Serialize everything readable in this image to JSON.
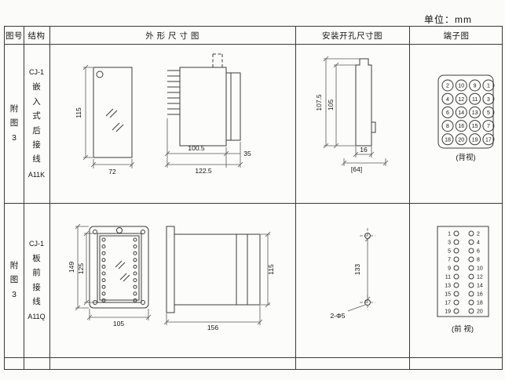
{
  "unit_label": "单位：mm",
  "header": {
    "col_fig": "图号",
    "col_structure": "结构",
    "col_outline": "外 形 尺 寸 图",
    "col_install": "安装开孔尺寸图",
    "col_terminal": "端子图"
  },
  "row1": {
    "fig_no": "附图3",
    "structure": {
      "series": "CJ-1",
      "name": "嵌入式后接线",
      "model": "A11K"
    },
    "outline": {
      "height": "115",
      "width": "72",
      "depth1": "100.5",
      "depth2": "122.5",
      "flange": "35"
    },
    "install": {
      "h_outer": "107.5",
      "h_inner": "105",
      "w_slot": "16",
      "w_total": "[64]"
    },
    "terminal": {
      "view_label": "(背视)",
      "rows": [
        [
          "2",
          "10",
          "9",
          "1"
        ],
        [
          "4",
          "12",
          "11",
          "3"
        ],
        [
          "6",
          "14",
          "13",
          "5"
        ],
        [
          "8",
          "16",
          "15",
          "7"
        ],
        [
          "18",
          "20",
          "19",
          "17"
        ]
      ]
    }
  },
  "row2": {
    "fig_no": "附图3",
    "structure": {
      "series": "CJ-1",
      "name": "板前接线",
      "model": "A11Q"
    },
    "outline": {
      "h_outer": "149",
      "h_inner": "125",
      "width": "105",
      "depth": "156",
      "height_side": "115"
    },
    "install": {
      "hole_spacing": "133",
      "hole_note": "2-Φ5"
    },
    "terminal": {
      "view_label": "(前 视)",
      "left": [
        "1",
        "3",
        "5",
        "7",
        "9",
        "11",
        "13",
        "15",
        "17",
        "19"
      ],
      "right": [
        "2",
        "4",
        "6",
        "8",
        "10",
        "12",
        "14",
        "16",
        "18",
        "20"
      ]
    }
  }
}
